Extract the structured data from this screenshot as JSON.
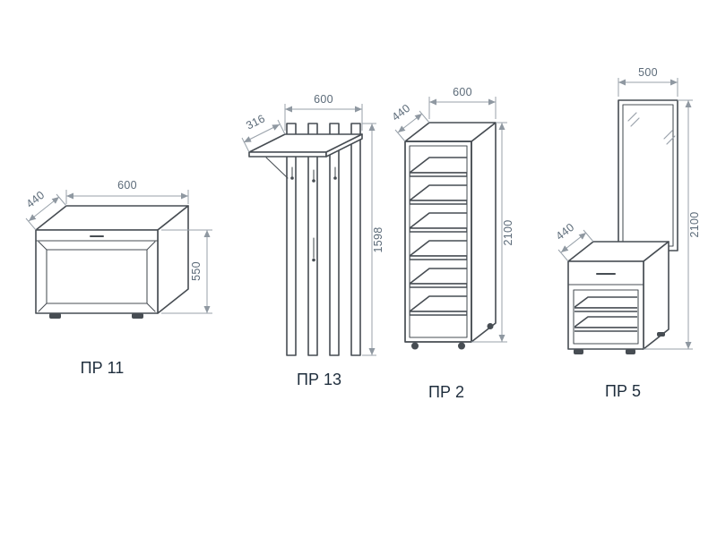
{
  "diagram": {
    "background": "#ffffff",
    "furniture_line_color": "#474d53",
    "dimension_line_color": "#98a1aa",
    "dimension_text_color": "#5b6a78",
    "label_color": "#1e2d3c"
  },
  "items": [
    {
      "id": "pr11",
      "label": "ПР 11",
      "dims": {
        "width": "600",
        "depth": "440",
        "height": "550"
      }
    },
    {
      "id": "pr13",
      "label": "ПР 13",
      "dims": {
        "width": "600",
        "depth": "316",
        "height": "1598"
      }
    },
    {
      "id": "pr2",
      "label": "ПР 2",
      "dims": {
        "width": "600",
        "depth": "440",
        "height": "2100"
      }
    },
    {
      "id": "pr5",
      "label": "ПР 5",
      "dims": {
        "width": "500",
        "depth": "440",
        "height": "2100"
      }
    }
  ]
}
